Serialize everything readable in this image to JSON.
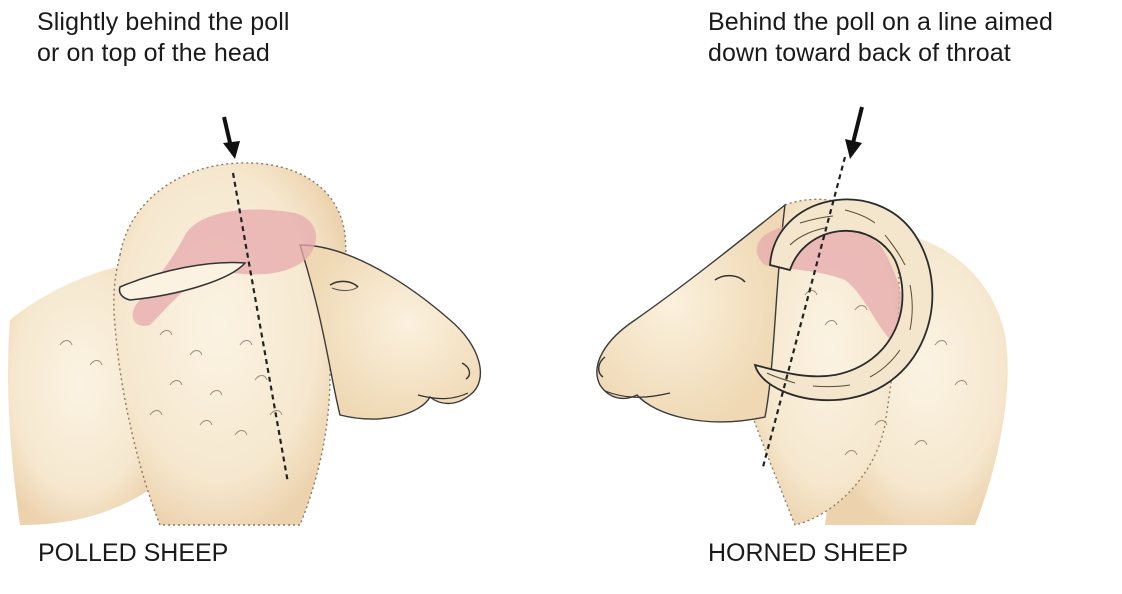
{
  "left": {
    "caption_lines": [
      "Slightly behind the poll",
      "or on top of the head"
    ],
    "label": "POLLED SHEEP"
  },
  "right": {
    "caption_lines": [
      "Behind the poll on a line aimed",
      "down toward back of throat"
    ],
    "label": "HORNED SHEEP"
  },
  "colors": {
    "wool": "#f6e8cf",
    "wool_shadow": "#ecd2ad",
    "target_zone": "#e7a9ad",
    "ink": "#2b2b2b",
    "horn": "#f3e6cc"
  }
}
